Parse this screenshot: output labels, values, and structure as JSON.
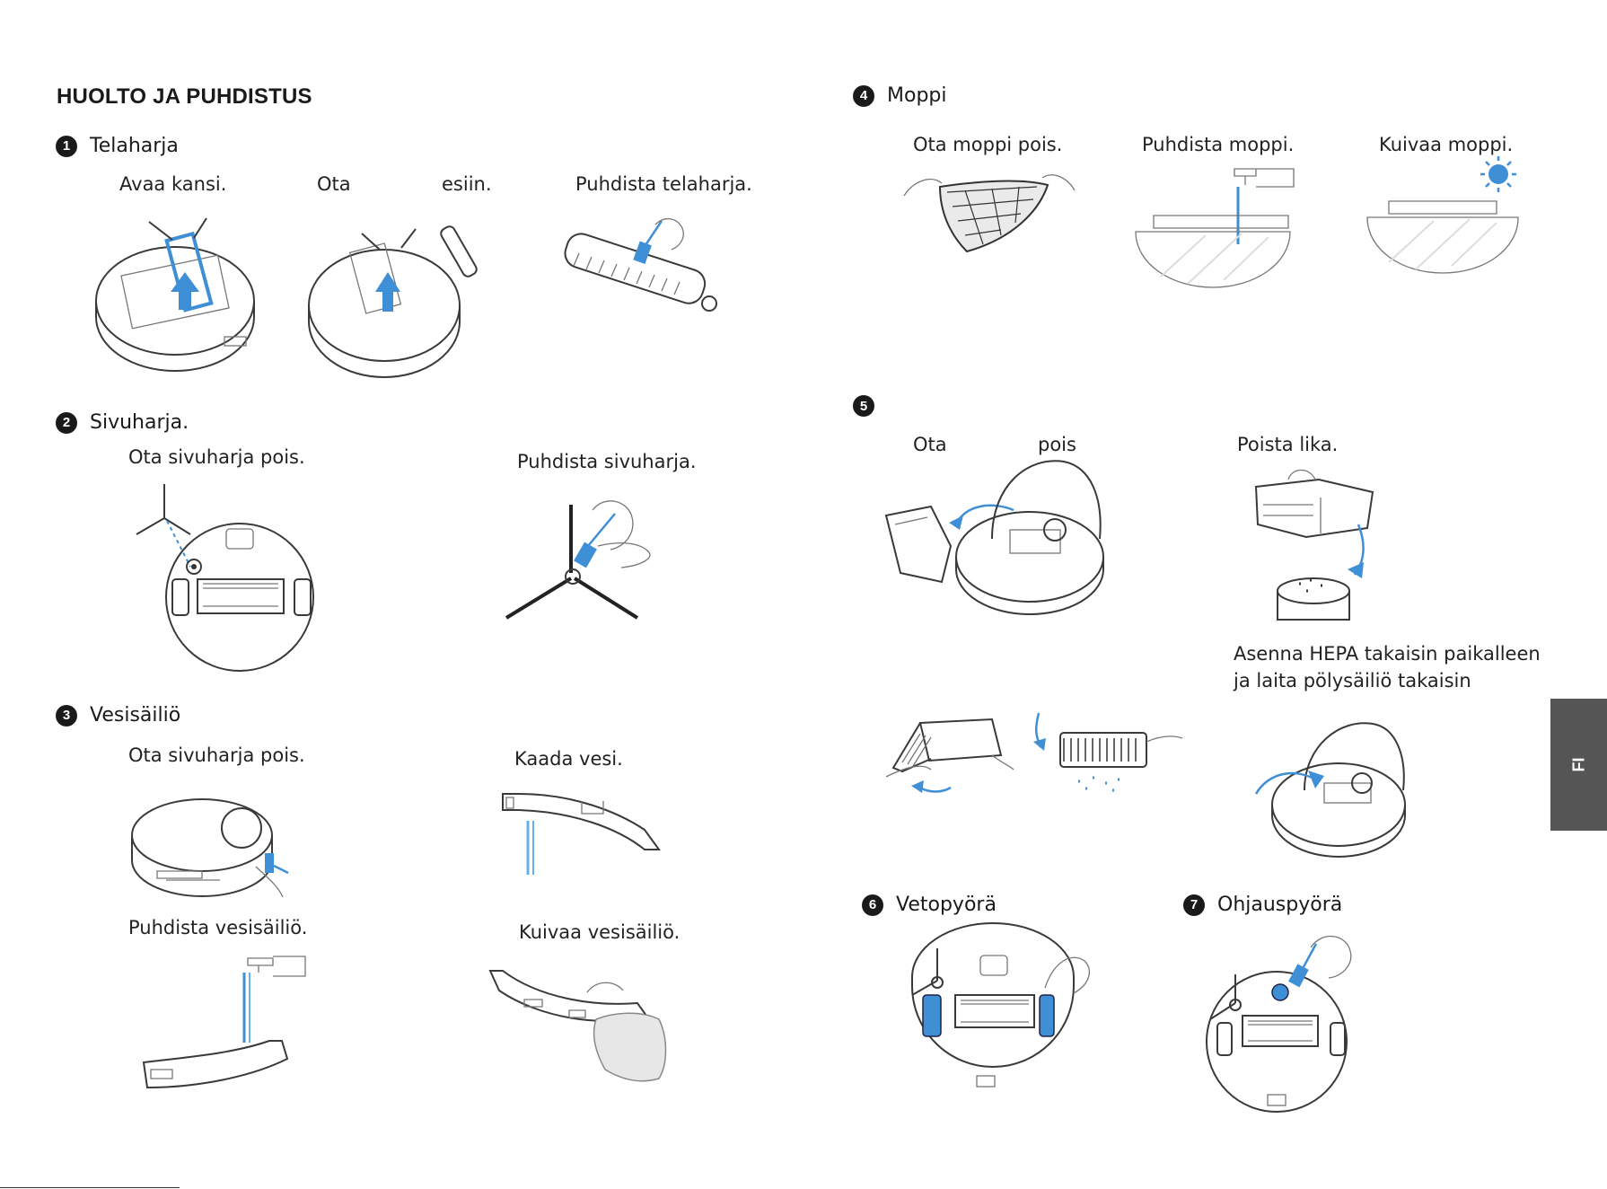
{
  "page_title": "HUOLTO JA PUHDISTUS",
  "sections": {
    "s1": {
      "num": "1",
      "title": "Telaharja",
      "c1": "Avaa kansi.",
      "c2a": "Ota",
      "c2b": "esiin.",
      "c3": "Puhdista telaharja."
    },
    "s2": {
      "num": "2",
      "title": "Sivuharja.",
      "c1": "Ota sivuharja pois.",
      "c2": "Puhdista sivuharja."
    },
    "s3": {
      "num": "3",
      "title": "Vesisäiliö",
      "c1": "Ota sivuharja pois.",
      "c2": "Kaada vesi.",
      "c3": "Puhdista vesisäiliö.",
      "c4": "Kuivaa vesisäiliö."
    },
    "s4": {
      "num": "4",
      "title": "Moppi",
      "c1": "Ota moppi pois.",
      "c2": "Puhdista moppi.",
      "c3": "Kuivaa moppi."
    },
    "s5": {
      "num": "5",
      "c1a": "Ota",
      "c1b": "pois",
      "c2": "Poista lika.",
      "c3a": "Asenna HEPA takaisin paikalleen",
      "c3b": "ja laita pölysäiliö takaisin"
    },
    "s6": {
      "num": "6",
      "title": "Vetopyörä"
    },
    "s7": {
      "num": "7",
      "title": "Ohjauspyörä"
    }
  },
  "side_tab": "FI",
  "colors": {
    "accent": "#3f8fd6",
    "tab": "#555555",
    "ink": "#1a1a1a"
  }
}
